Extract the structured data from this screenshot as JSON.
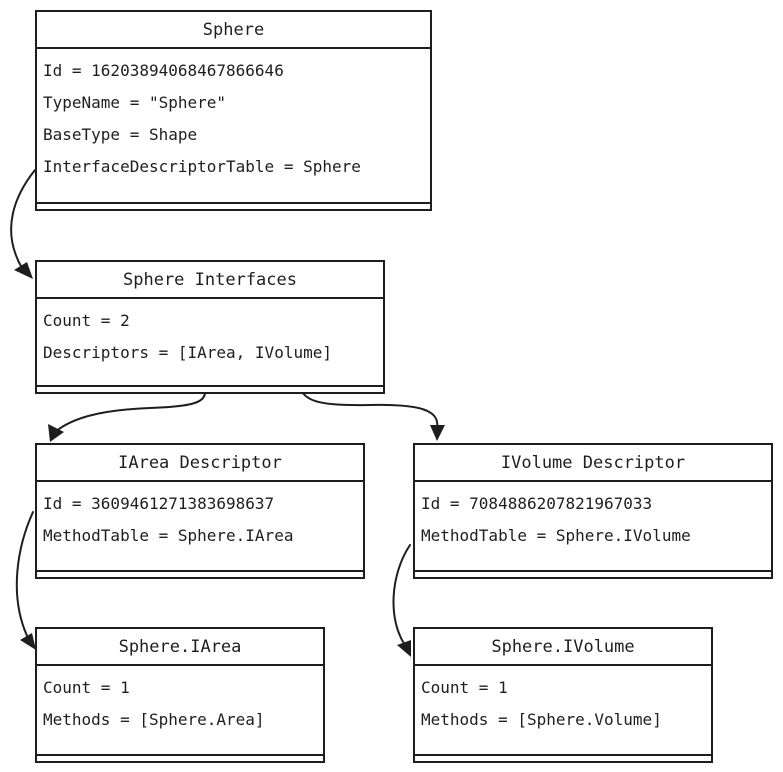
{
  "boxes": {
    "sphere": {
      "title": "Sphere",
      "rows": [
        "Id = 16203894068467866646",
        "TypeName = \"Sphere\"",
        "BaseType = Shape",
        "InterfaceDescriptorTable = Sphere"
      ]
    },
    "interfaces": {
      "title": "Sphere Interfaces",
      "rows": [
        "Count = 2",
        "Descriptors = [IArea, IVolume]"
      ]
    },
    "iarea_descriptor": {
      "title": "IArea Descriptor",
      "rows": [
        "Id = 3609461271383698637",
        "MethodTable = Sphere.IArea"
      ]
    },
    "ivolume_descriptor": {
      "title": "IVolume Descriptor",
      "rows": [
        "Id = 7084886207821967033",
        "MethodTable = Sphere.IVolume"
      ]
    },
    "sphere_iarea": {
      "title": "Sphere.IArea",
      "rows": [
        "Count = 1",
        "Methods = [Sphere.Area]"
      ]
    },
    "sphere_ivolume": {
      "title": "Sphere.IVolume",
      "rows": [
        "Count = 1",
        "Methods = [Sphere.Volume]"
      ]
    }
  }
}
